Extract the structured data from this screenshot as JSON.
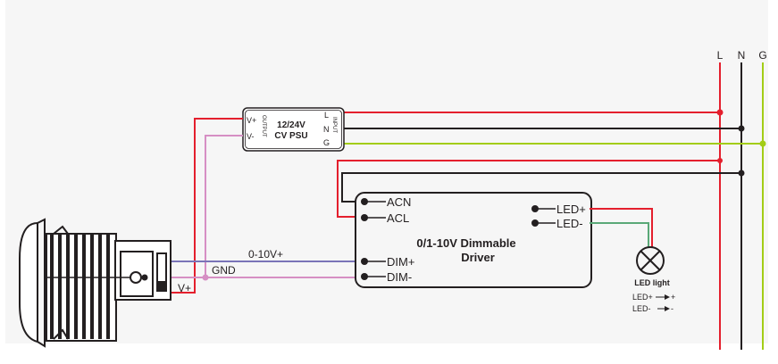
{
  "mains": {
    "labels": {
      "L": "L",
      "N": "N",
      "G": "G"
    },
    "colors": {
      "L": "#e41f2d",
      "N": "#231f20",
      "G": "#a3cd17"
    }
  },
  "psu": {
    "title_line1": "12/24V",
    "title_line2": "CV PSU",
    "output_label": "OUTPUT",
    "input_label": "INPUT",
    "pins_out": [
      "V+",
      "V-"
    ],
    "pins_in": [
      "L",
      "N",
      "G"
    ]
  },
  "driver": {
    "title_line1": "0/1-10V Dimmable",
    "title_line2": "Driver",
    "pins_left": [
      "ACN",
      "ACL",
      "DIM+",
      "DIM-"
    ],
    "pins_right": [
      "LED+",
      "LED-"
    ]
  },
  "wires": {
    "dim_plus_label": "0-10V+",
    "gnd_label": "GND",
    "vplus_label": "V+",
    "colors": {
      "dim_plus": "#7a74b8",
      "gnd": "#d68fc4",
      "led_minus": "#5aa877"
    }
  },
  "led": {
    "title": "LED light",
    "legend_plus": "LED+",
    "legend_plus_sign": "+",
    "legend_minus": "LED-",
    "legend_minus_sign": "-"
  }
}
